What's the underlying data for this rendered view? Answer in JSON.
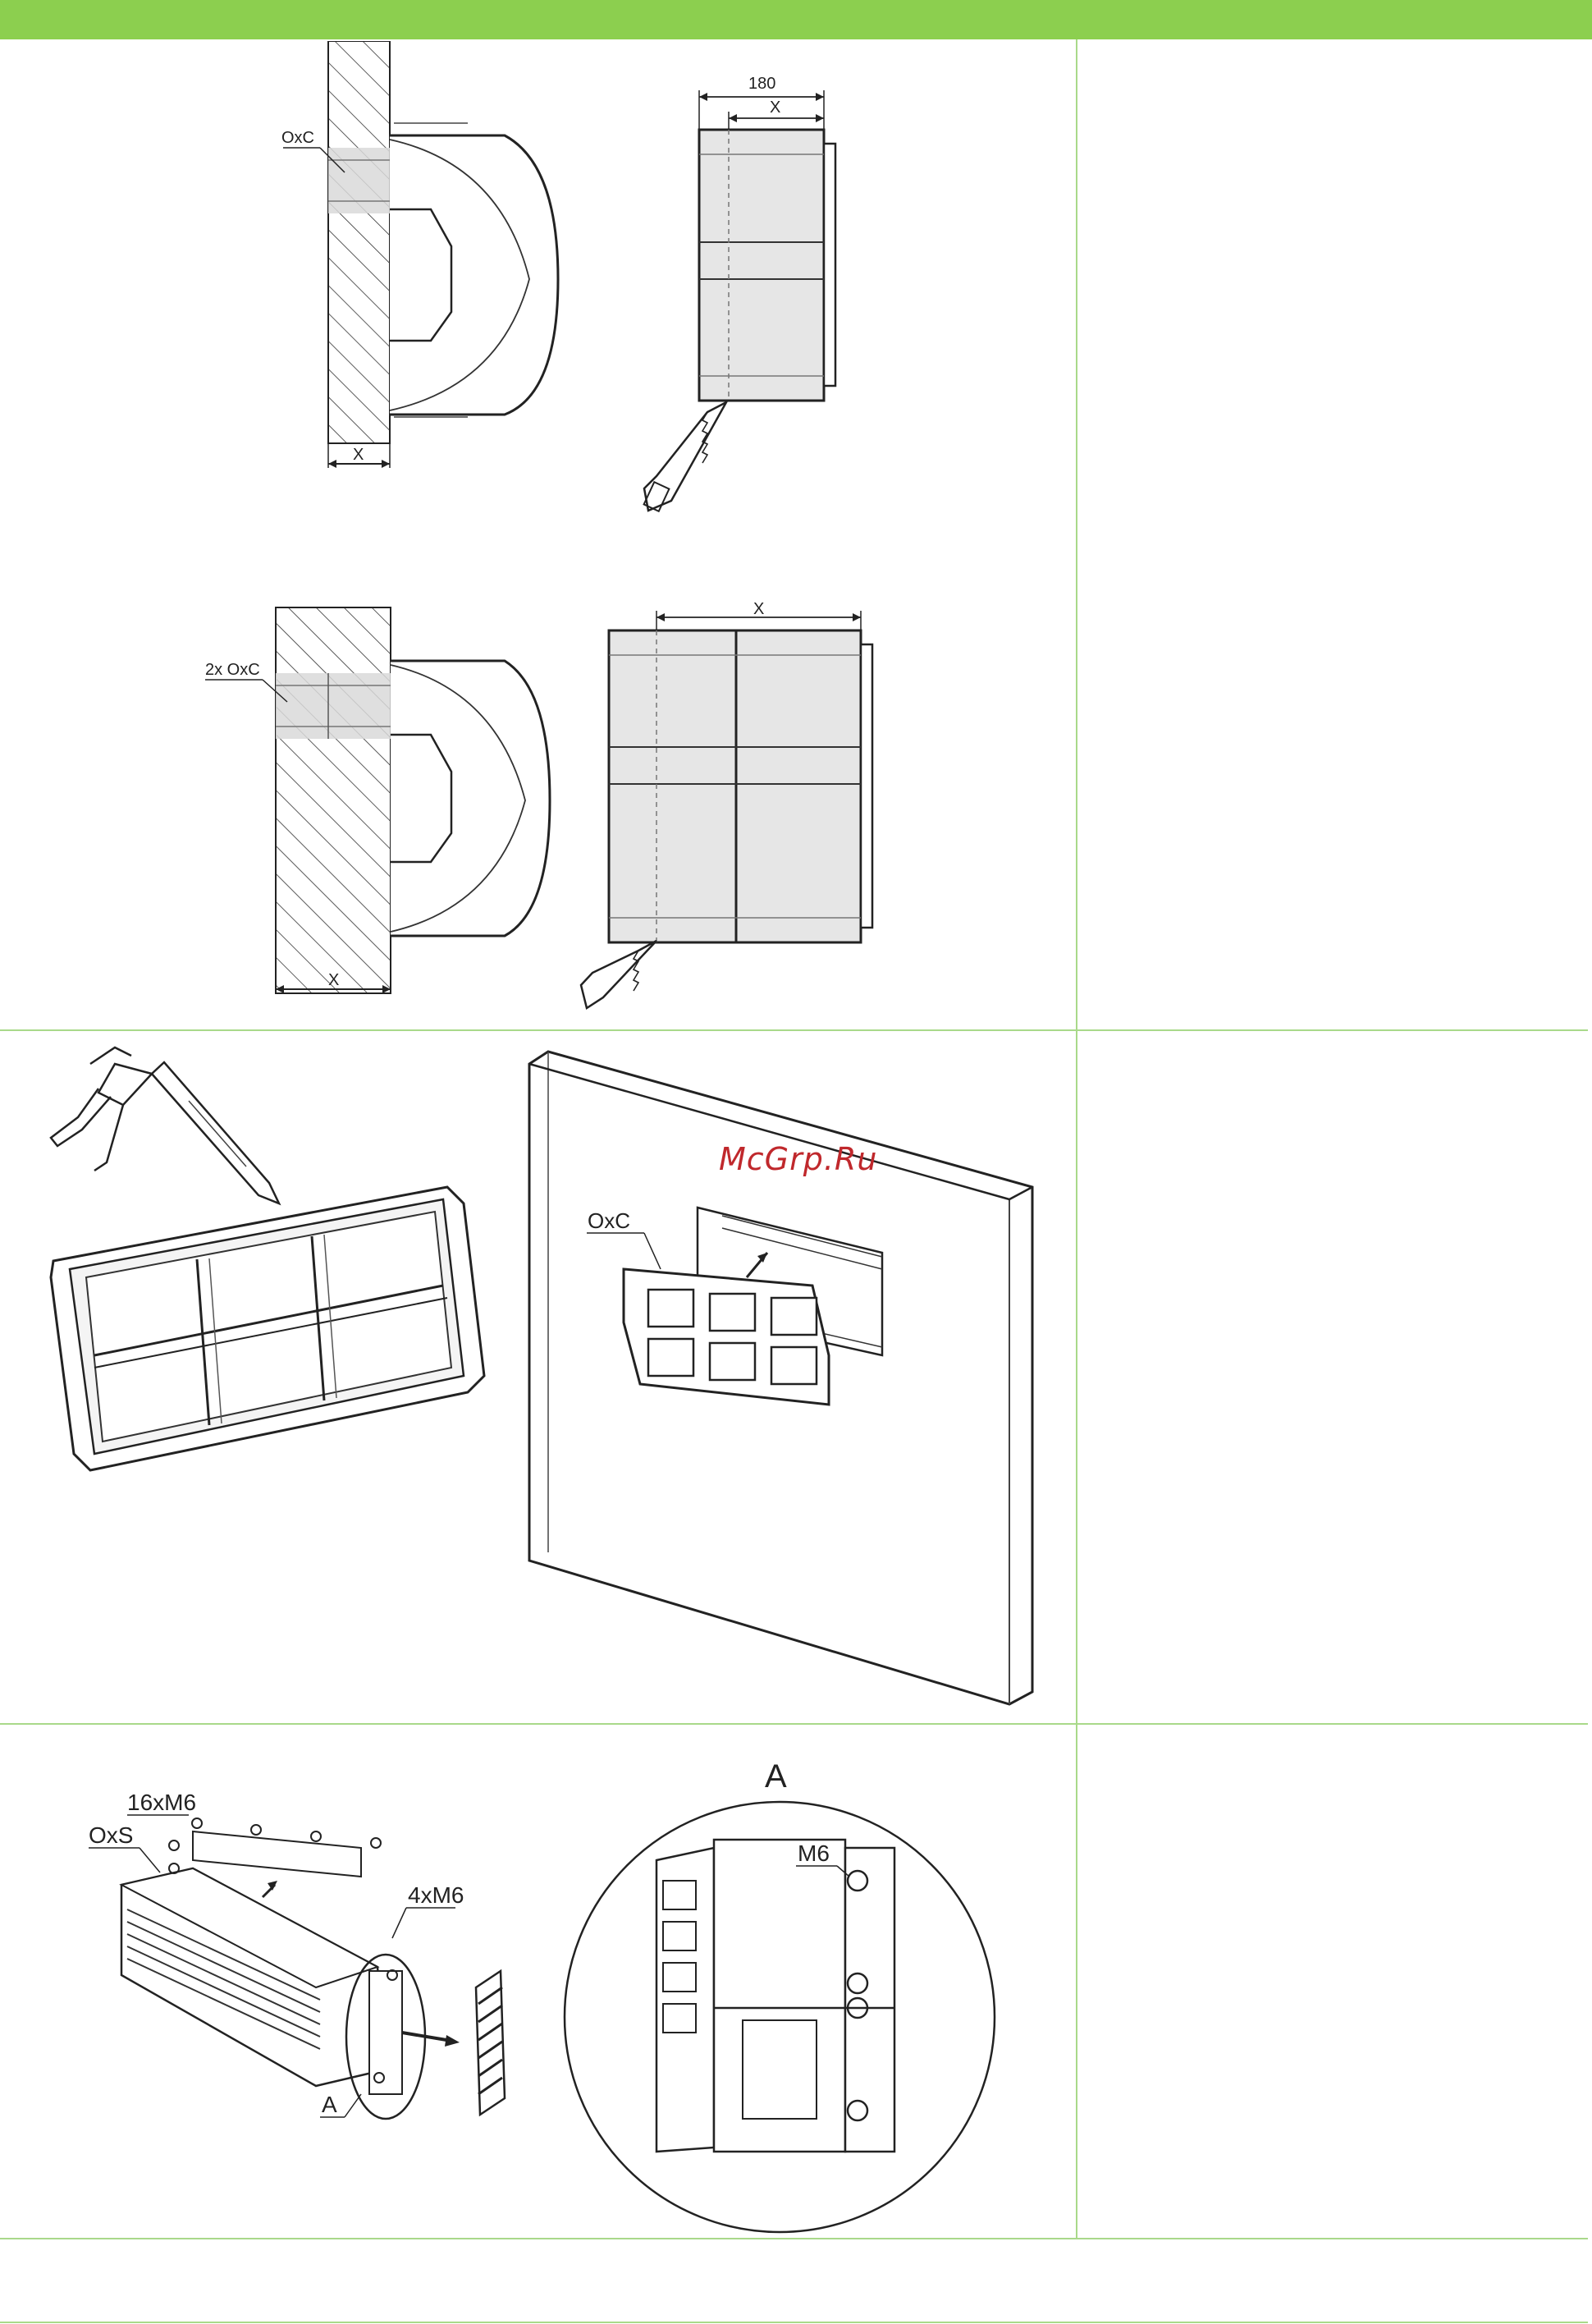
{
  "header": {
    "bar_color": "#8ccf4f"
  },
  "watermark": "McGrp.Ru",
  "section1": {
    "top_left_label": "OxC",
    "top_left_dim": "X",
    "top_right_dim_total": "180",
    "top_right_dim": "X",
    "bottom_left_label": "2x OxC",
    "bottom_left_dim": "X",
    "bottom_right_dim": "X"
  },
  "section2": {
    "wall_label": "OxC"
  },
  "section3": {
    "screws_top_label": "16xM6",
    "unit_label": "OxS",
    "screws_side_label": "4xM6",
    "detail_ref_label": "A",
    "detail_title": "A",
    "detail_screw_label": "M6"
  },
  "colors": {
    "grid_line": "#a9d98a",
    "watermark": "#c0282c",
    "fill_grey": "#e6e6e6"
  }
}
